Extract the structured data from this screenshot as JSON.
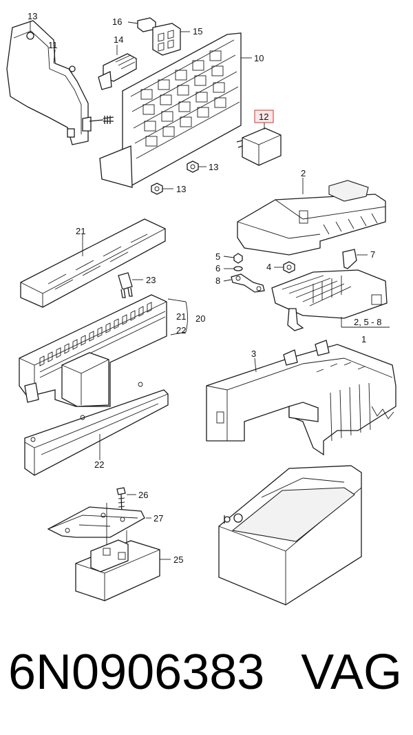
{
  "diagram": {
    "callouts": [
      "13",
      "11",
      "16",
      "15",
      "14",
      "10",
      "12",
      "13",
      "13",
      "2",
      "21",
      "5",
      "6",
      "8",
      "4",
      "7",
      "23",
      "21",
      "20",
      "22",
      "2, 5 - 8",
      "1",
      "3",
      "22",
      "26",
      "27",
      "25"
    ],
    "highlighted_callout": "12",
    "highlight_color": "#d9534f"
  },
  "footer": {
    "part_number": "6N0906383",
    "brand": "VAG"
  }
}
